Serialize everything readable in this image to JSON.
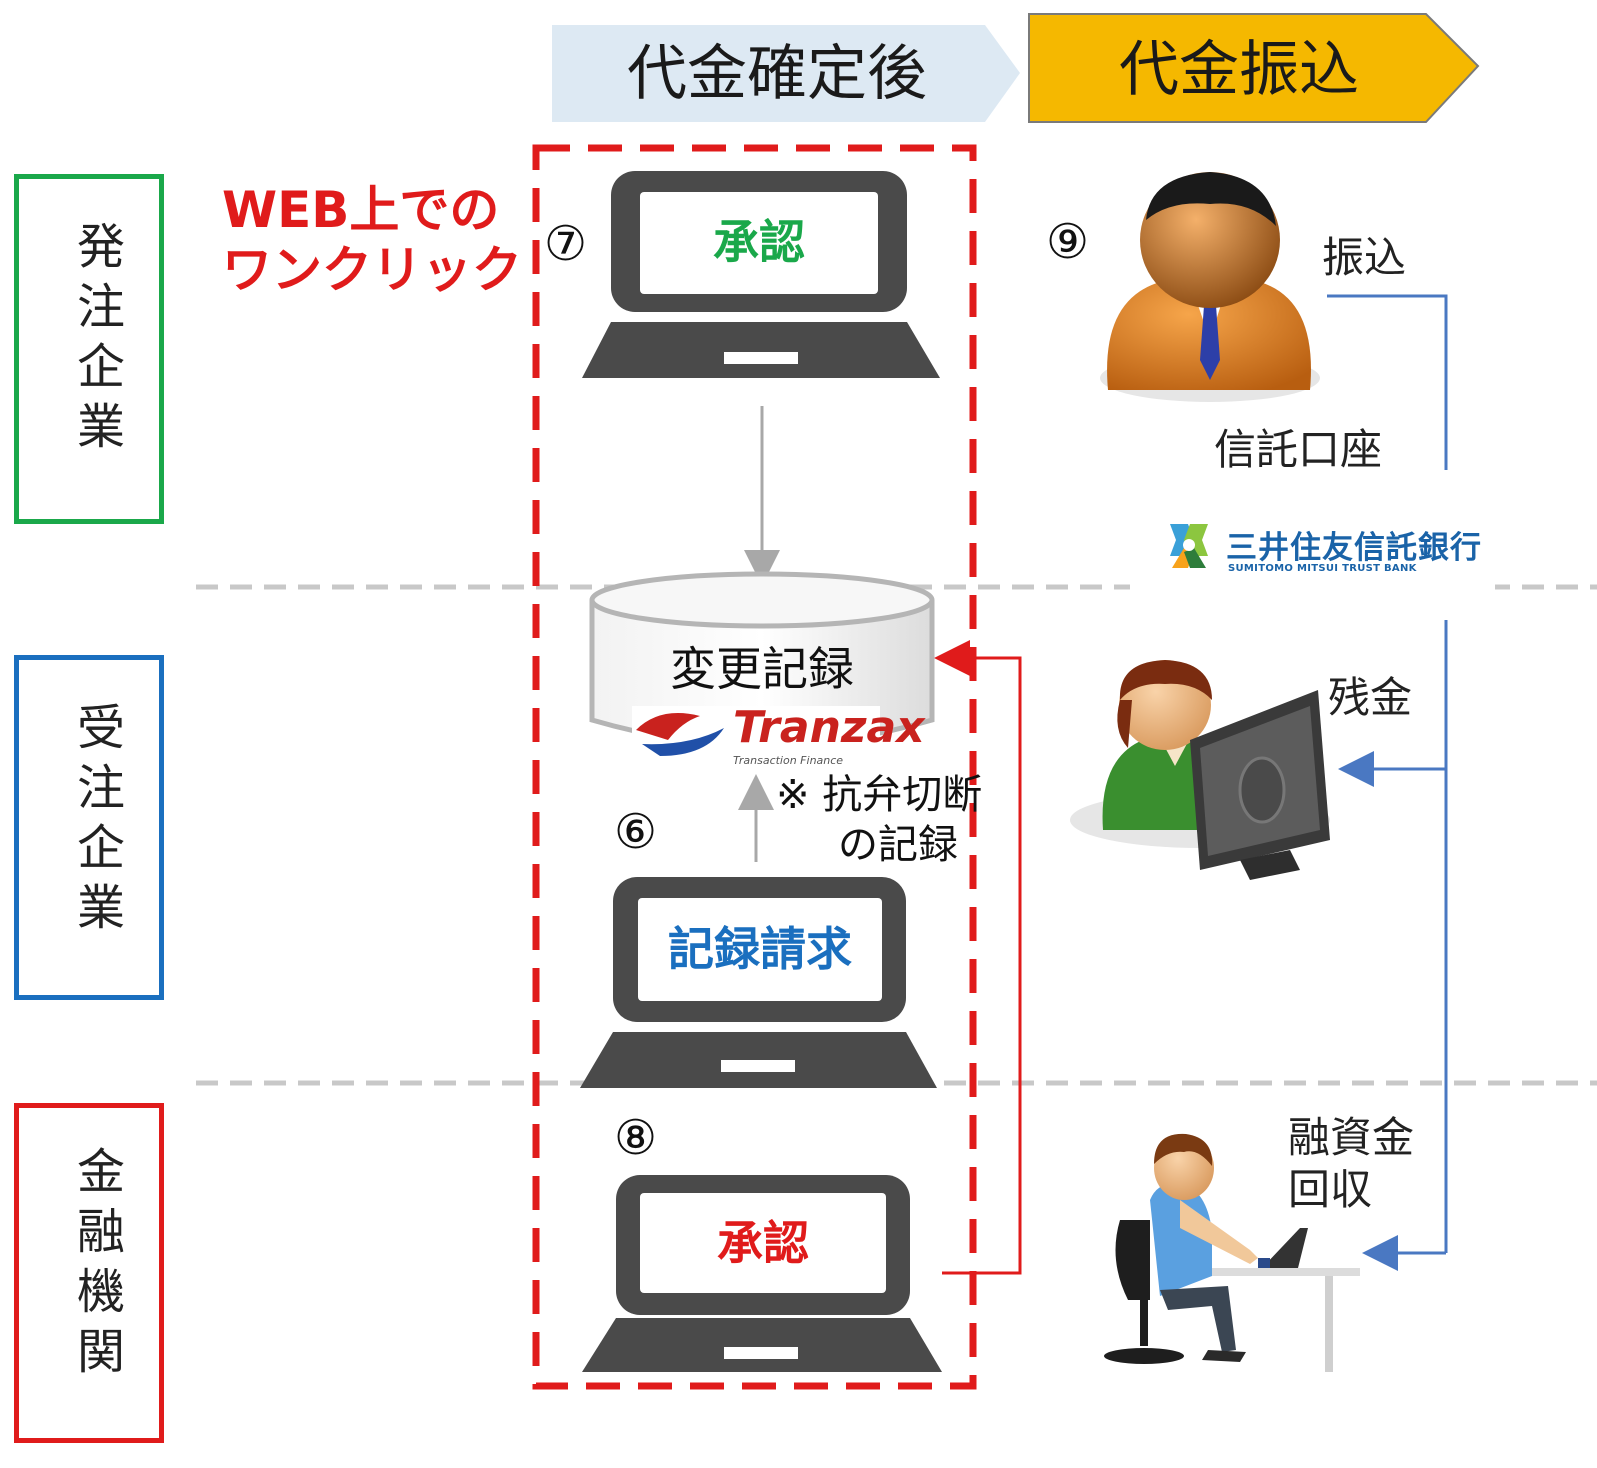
{
  "phases": {
    "after_confirm": "代金確定後",
    "transfer": "代金振込"
  },
  "roles": {
    "orderer": "発注企業",
    "supplier": "受注企業",
    "bank": "金融機関"
  },
  "web_note": {
    "line1": "WEB上での",
    "line2": "ワンクリック"
  },
  "steps": {
    "s6": "⑥",
    "s7": "⑦",
    "s8": "⑧",
    "s9": "⑨"
  },
  "screens": {
    "orderer_approve": "承認",
    "supplier_request": "記録請求",
    "bank_approve": "承認"
  },
  "database": {
    "label": "変更記録",
    "logo_word": "Tranzax",
    "logo_sub": "Transaction Finance"
  },
  "note": {
    "line1": "※ 抗弁切断",
    "line2": "の記録"
  },
  "flow_labels": {
    "transfer": "振込",
    "trust_account": "信託口座",
    "balance": "残金",
    "loan_recovery_1": "融資金",
    "loan_recovery_2": "回収"
  },
  "bank_logo": {
    "name": "三井住友信託銀行",
    "sub": "SUMITOMO MITSUI TRUST BANK"
  },
  "colors": {
    "orderer": "#1aa84a",
    "supplier": "#1a6fbf",
    "bank": "#e01b1b",
    "phase1_fill": "#dde9f3",
    "phase2_fill": "#f5b800",
    "flow_line": "#4a78c2",
    "laptop": "#4a4a4a"
  }
}
